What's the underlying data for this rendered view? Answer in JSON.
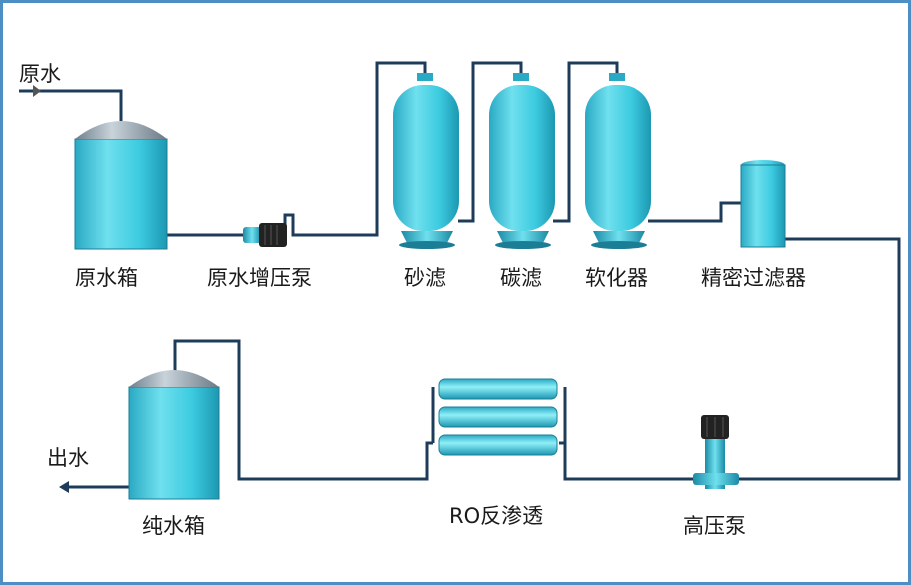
{
  "labels": {
    "raw_water_in": "原水",
    "raw_tank": "原水箱",
    "raw_pump": "原水增压泵",
    "sand_filter": "砂滤",
    "carbon_filter": "碳滤",
    "softener": "软化器",
    "precision_filter": "精密过滤器",
    "pure_tank": "纯水箱",
    "ro": "RO反渗透",
    "high_pump": "高压泵",
    "water_out": "出水"
  },
  "colors": {
    "border": "#4d8fc4",
    "pipe": "#1e3c5a",
    "tank_body": "#40c8dc",
    "tank_dome": "#8fa0ad",
    "pump": "#222222"
  }
}
